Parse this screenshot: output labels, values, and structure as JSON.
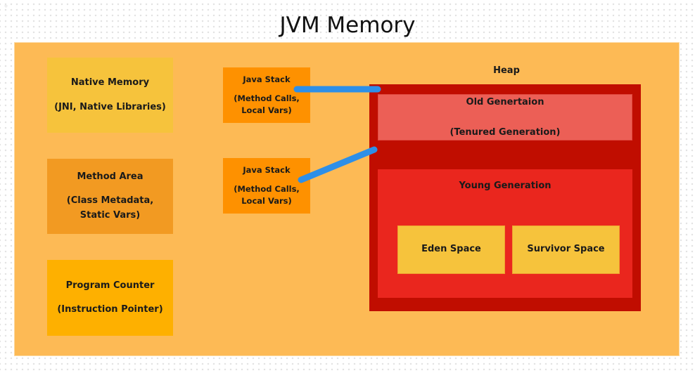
{
  "title": "JVM Memory",
  "colors": {
    "background": "#ffffff",
    "canvas": "#fdba55",
    "native_memory": "#f6c33c",
    "method_area": "#f29a22",
    "program_counter": "#feb000",
    "java_stack": "#fe9100",
    "heap_outer": "#c00d00",
    "old_generation": "#ec5f56",
    "young_generation": "#ea261e",
    "eden_space": "#f6c33c",
    "survivor_space": "#f6c33c",
    "arrow": "#2d8fe8"
  },
  "native_memory": {
    "name": "Native Memory",
    "detail": "(JNI, Native Libraries)"
  },
  "method_area": {
    "name": "Method Area",
    "detail_line1": "(Class Metadata,",
    "detail_line2": "Static Vars)"
  },
  "program_counter": {
    "name": "Program Counter",
    "detail": "(Instruction Pointer)"
  },
  "java_stacks": [
    {
      "name": "Java Stack",
      "detail_line1": "(Method Calls,",
      "detail_line2": "Local Vars)"
    },
    {
      "name": "Java Stack",
      "detail_line1": "(Method Calls,",
      "detail_line2": "Local Vars)"
    }
  ],
  "heap": {
    "label": "Heap",
    "old_generation": {
      "name": "Old Genertaion",
      "detail": "(Tenured Generation)"
    },
    "young_generation": {
      "name": "Young Generation",
      "eden": "Eden Space",
      "survivor": "Survivor Space"
    }
  },
  "connections": [
    {
      "from": "java-stack-1",
      "to": "heap"
    },
    {
      "from": "java-stack-2",
      "to": "heap"
    }
  ]
}
